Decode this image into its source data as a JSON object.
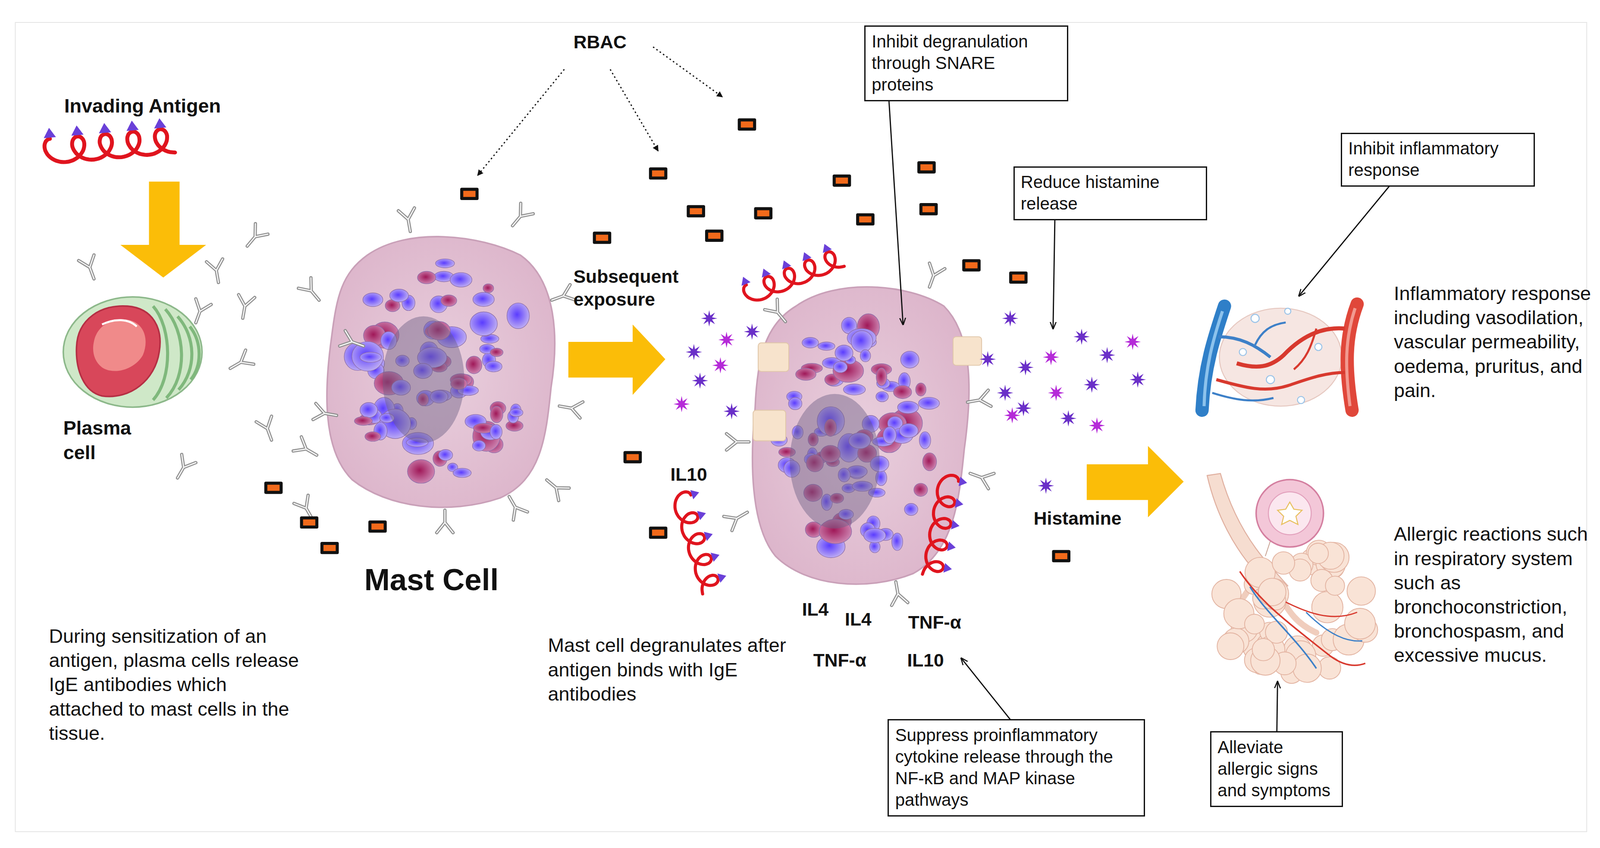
{
  "diagram": {
    "nodes": [
      {
        "text": [
          "Inhibit degranulation through SNARE proteins"
        ]
      },
      {
        "text": [
          "Reduce histamine release"
        ]
      },
      {
        "text": [
          "Inhibit inflammatory response"
        ]
      },
      {
        "text": [
          "Suppress proinflammatory cytokine release through the NF-κB and MAP kinase pathways"
        ]
      },
      {
        "text": [
          "Alleviate allergic signs and symptoms"
        ]
      }
    ],
    "labels": [
      "RBAC",
      "Invading Antigen",
      "Plasma cell",
      "Mast Cell",
      "Subsequent exposure",
      "IL10",
      "Histamine",
      "IL4",
      "IL4",
      "TNF-α",
      "TNF-α",
      "IL10",
      "During sensitization of an antigen, plasma cells release IgE antibodies which attached to mast cells in the tissue.",
      "Mast cell degranulates after antigen binds with IgE antibodies",
      "Inflammatory response including vasodilation, vascular permeability, oedema, pruritus, and pain.",
      "Allergic reactions such in respiratory system such as bronchoconstriction, bronchospasm, and excessive mucus."
    ]
  }
}
